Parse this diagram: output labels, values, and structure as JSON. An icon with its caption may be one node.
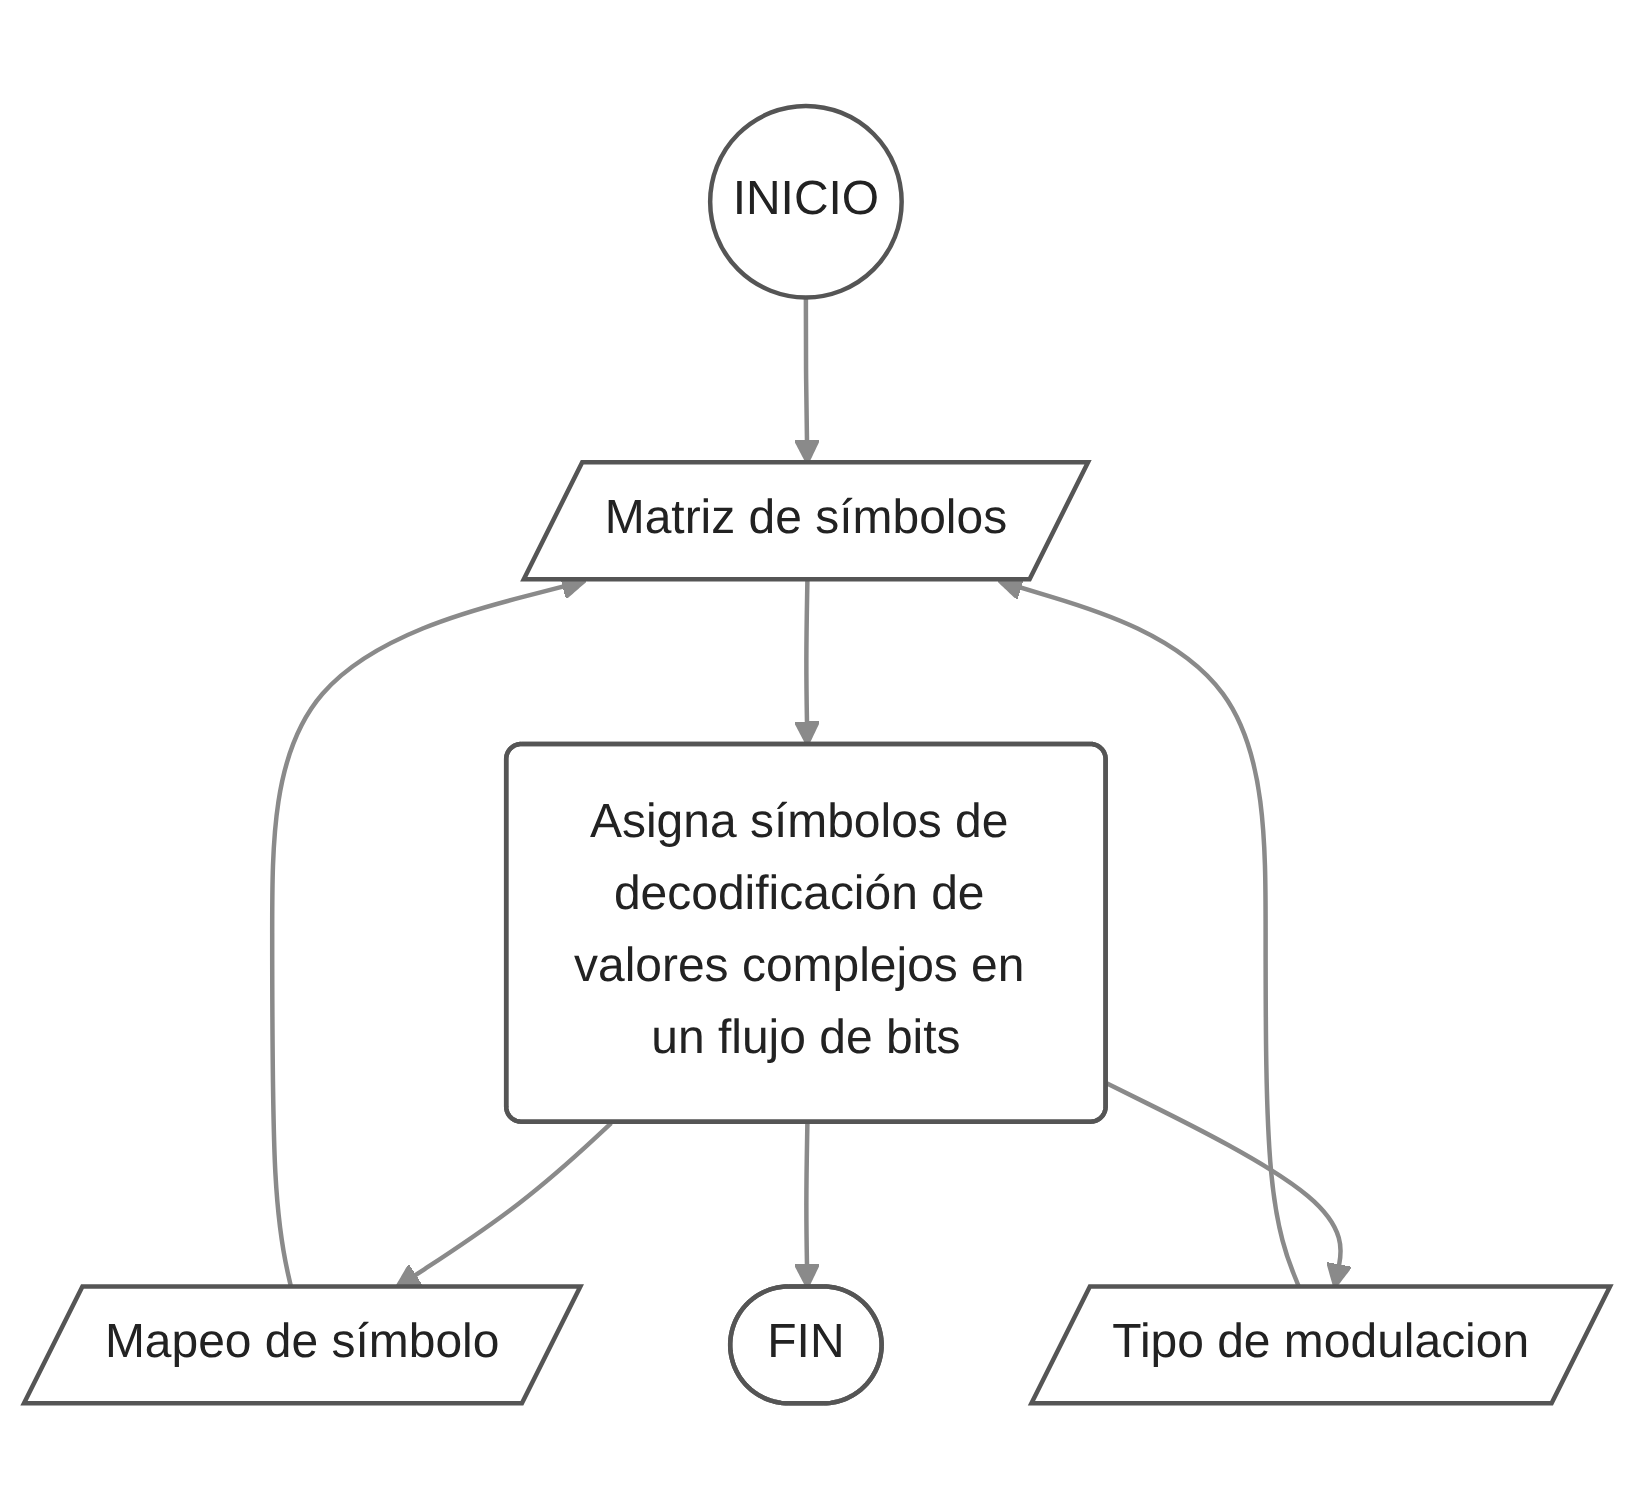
{
  "diagram": {
    "nodes": [
      {
        "text": [
          "INICIO"
        ]
      },
      {
        "text": [
          "Mapeo de símbolo"
        ]
      },
      {
        "text": [
          "Matriz de símbolos"
        ]
      },
      {
        "text": [
          "Tipo de modulacion"
        ]
      },
      {
        "text": [
          "Asigna símbolos de decodificación de valores complejos en un flujo de bits"
        ]
      },
      {
        "text": [
          "FIN"
        ]
      }
    ],
    "edges": [
      {
        "from": 0,
        "to": 2,
        "arrow": "to"
      },
      {
        "from": 1,
        "to": 2,
        "arrow": "to"
      },
      {
        "from": 3,
        "to": 2,
        "arrow": "to"
      },
      {
        "from": 2,
        "to": 4,
        "arrow": "to"
      },
      {
        "from": 4,
        "to": 1,
        "arrow": "to"
      },
      {
        "from": 4,
        "to": 3,
        "arrow": "to"
      },
      {
        "from": 4,
        "to": 5,
        "arrow": "to"
      }
    ]
  }
}
